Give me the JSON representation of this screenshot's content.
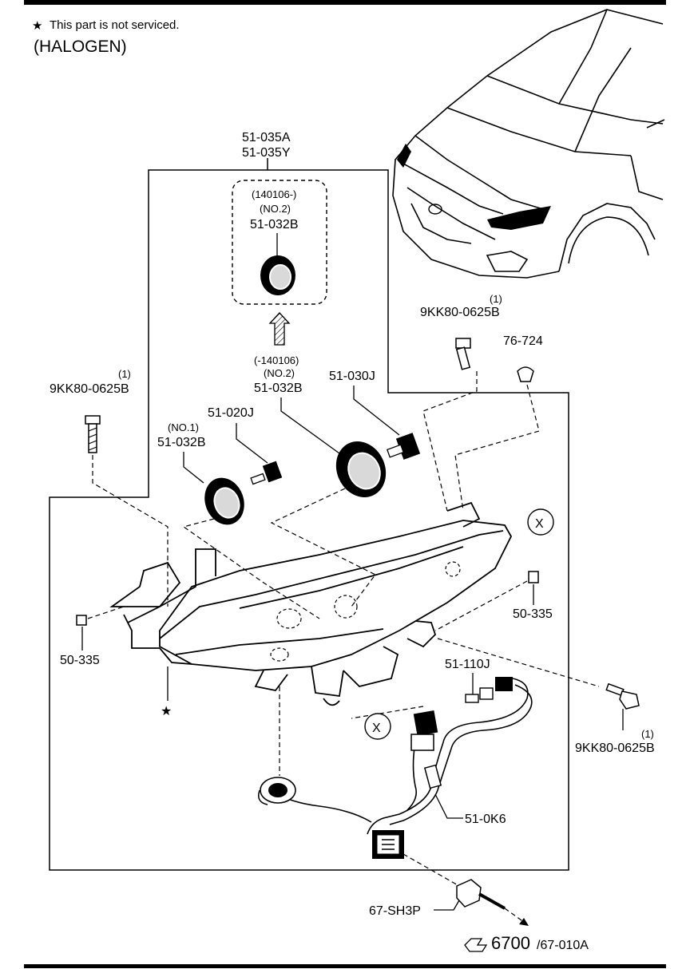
{
  "note": {
    "star_symbol": "★",
    "text": "This part is not serviced.",
    "variant": "(HALOGEN)"
  },
  "labels": {
    "headlamp_assy_a": "51-035A",
    "headlamp_assy_y": "51-035Y",
    "seal_new_date": "(140106-)",
    "seal_new_no": "(NO.2)",
    "seal_new_part": "51-032B",
    "seal_old_date": "(-140106)",
    "seal_old_no": "(NO.2)",
    "seal_old_part": "51-032B",
    "seal_no1_no": "(NO.1)",
    "seal_no1_part": "51-032B",
    "bulb_small": "51-020J",
    "bulb_main": "51-030J",
    "bolt_right_qty": "(1)",
    "bolt_right_part": "9KK80-0625B",
    "bolt_left_qty": "(1)",
    "bolt_left_part": "9KK80-0625B",
    "bolt_lower_qty": "(1)",
    "bolt_lower_part": "9KK80-0625B",
    "clip": "76-724",
    "nut_left": "50-335",
    "nut_right": "50-335",
    "bulb_socket": "51-110J",
    "harness": "51-0K6",
    "connector": "67-SH3P",
    "ref_page": "6700",
    "ref_part": "/67-010A",
    "ref_marker": "X",
    "star_mark": "★"
  },
  "colors": {
    "line": "#000000",
    "background": "#ffffff",
    "shading": "#d9d9d9"
  }
}
